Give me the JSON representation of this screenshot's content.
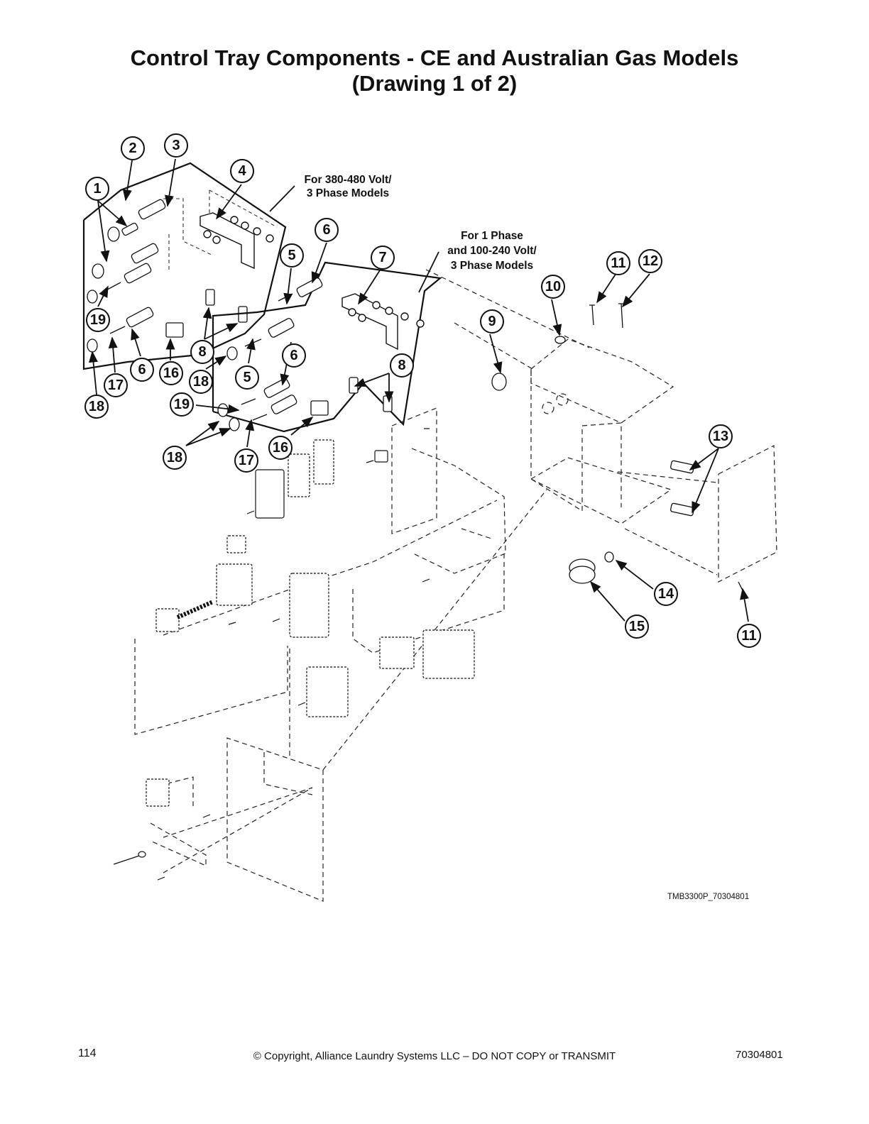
{
  "title": {
    "line1": "Control Tray Components - CE and Australian Gas Models",
    "line2": "(Drawing 1 of 2)"
  },
  "notes": {
    "panel_a": [
      "For 380-480 Volt/",
      "3 Phase Models"
    ],
    "panel_b": [
      "For 1 Phase",
      "and 100-240 Volt/",
      "3 Phase Models"
    ]
  },
  "drawing_code": "TMB3300P_70304801",
  "callouts": [
    "1",
    "2",
    "3",
    "4",
    "5",
    "6",
    "7",
    "8",
    "9",
    "10",
    "11",
    "12",
    "13",
    "14",
    "15",
    "16",
    "17",
    "18",
    "19"
  ],
  "footer": {
    "page_number": "114",
    "copyright": "© Copyright, Alliance Laundry Systems LLC – DO NOT COPY or TRANSMIT",
    "doc_number": "70304801"
  }
}
